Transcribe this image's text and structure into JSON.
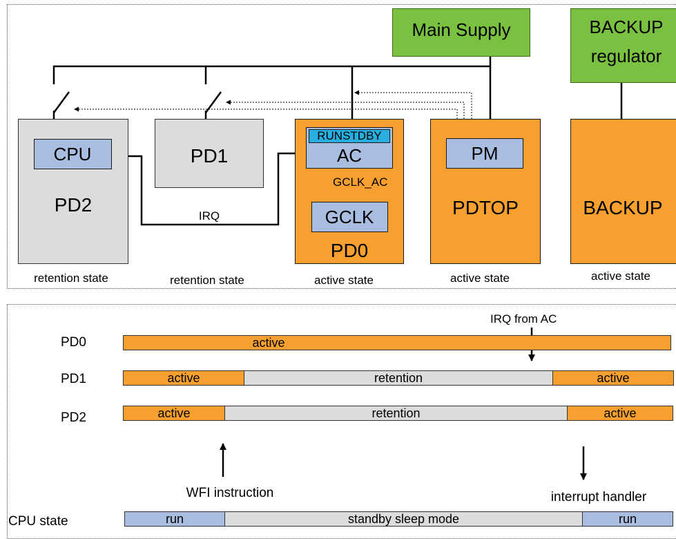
{
  "supplies": {
    "main": "Main Supply",
    "backup_line1": "BACKUP",
    "backup_line2": "regulator"
  },
  "domains": {
    "pd2": {
      "name": "PD2",
      "module": "CPU",
      "state": "retention state"
    },
    "pd1": {
      "name": "PD1",
      "state": "retention state"
    },
    "pd0": {
      "name": "PD0",
      "module": "AC",
      "flag": "RUNSTDBY",
      "clock_module": "GCLK",
      "clock_signal": "GCLK_AC",
      "state": "active state"
    },
    "pdtop": {
      "name": "PDTOP",
      "module": "PM",
      "state": "active state"
    },
    "backup": {
      "name": "BACKUP",
      "state": "active state"
    }
  },
  "irq_label": "IRQ",
  "timeline": {
    "rows": [
      {
        "label": "PD0",
        "segments": [
          "active"
        ]
      },
      {
        "label": "PD1",
        "segments": [
          "active",
          "retention",
          "active"
        ]
      },
      {
        "label": "PD2",
        "segments": [
          "active",
          "retention",
          "active"
        ]
      },
      {
        "label": "CPU state",
        "segments": [
          "run",
          "standby sleep mode",
          "run"
        ]
      }
    ],
    "irq_from_ac": "IRQ from AC",
    "wfi": "WFI instruction",
    "interrupt_handler": "interrupt handler"
  },
  "colors": {
    "active": "#f7a030",
    "retention": "#dcdcdc",
    "supply": "#7ac142",
    "module": "#a9bde0",
    "runstdby": "#29aee0"
  }
}
